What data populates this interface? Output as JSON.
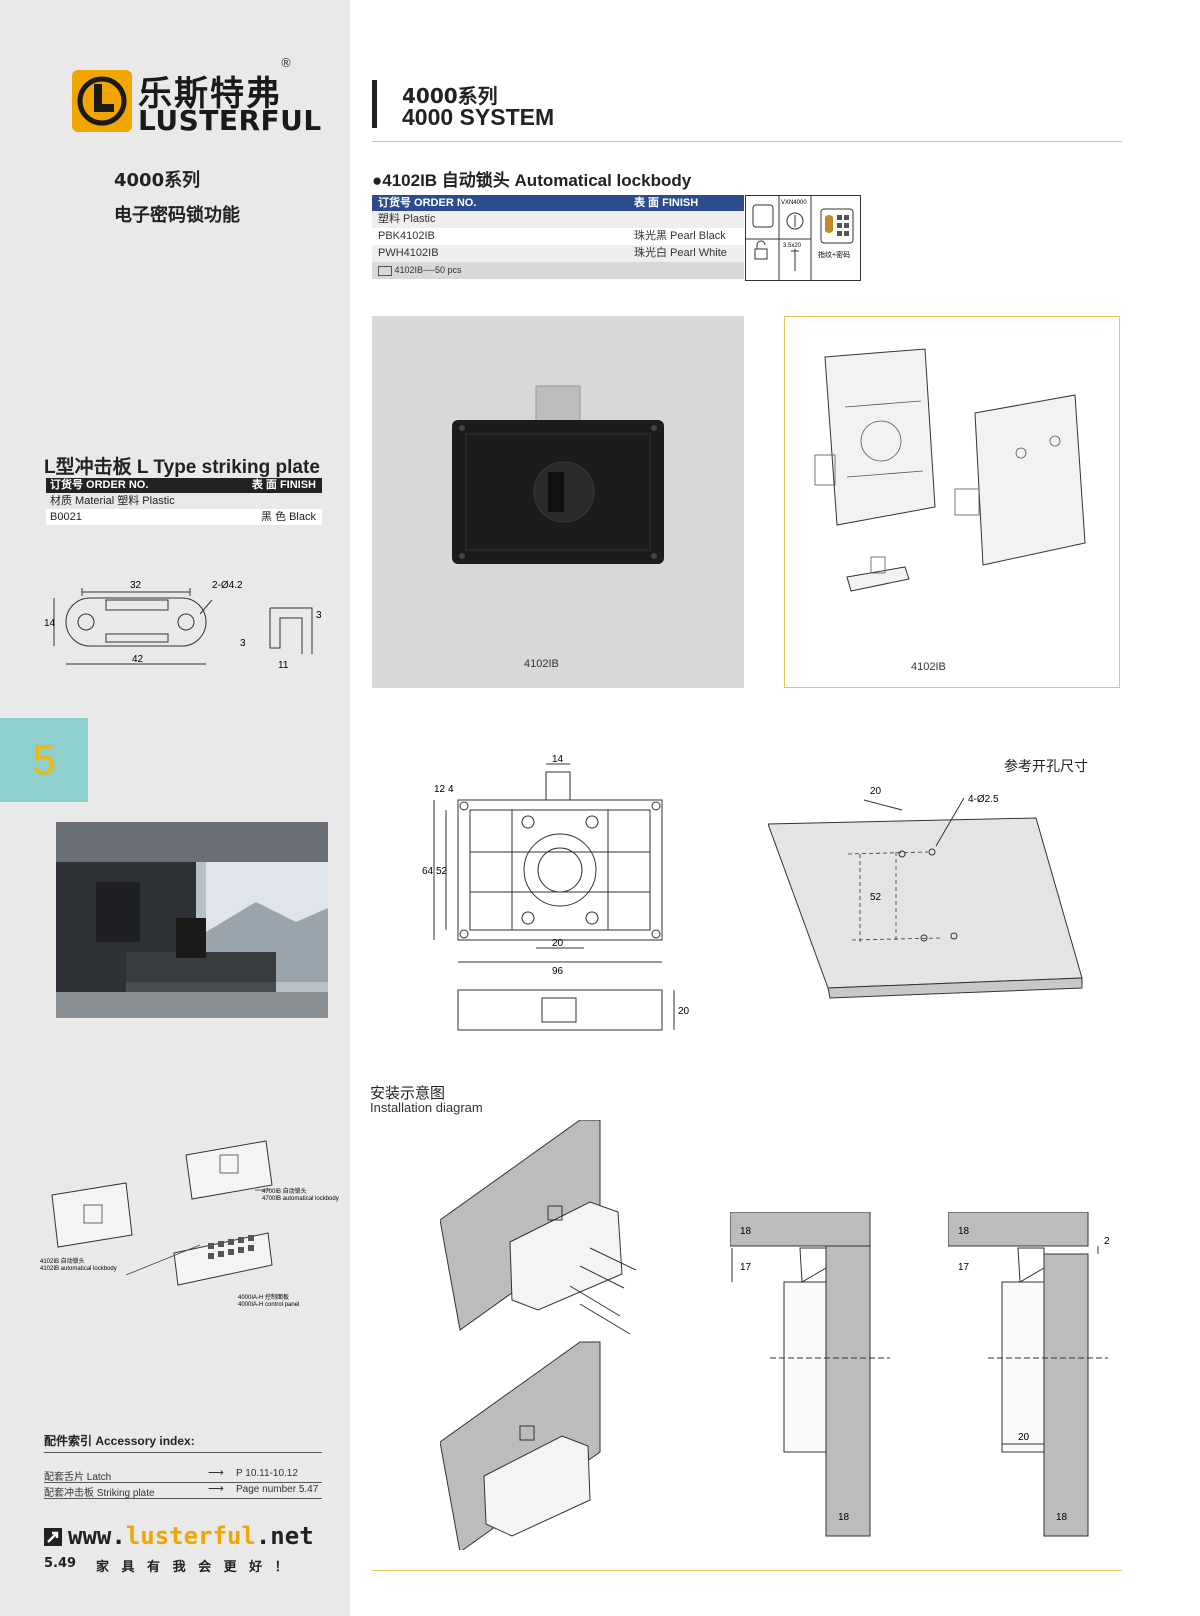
{
  "brand": {
    "name_cn": "乐斯特弗",
    "name_en": "LUSTERFUL",
    "reg_mark": "®"
  },
  "sidebar": {
    "series": "4000系列",
    "feature": "电子密码锁功能",
    "striking_plate": {
      "title": "L型冲击板  L Type striking plate",
      "header_order": "订货号 ORDER NO.",
      "header_finish": "表 面 FINISH",
      "material_row": "材质 Material   塑料 Plastic",
      "rows": [
        {
          "order": "B0021",
          "finish": "黑 色 Black"
        }
      ],
      "dims": {
        "d32": "32",
        "hole": "2-Ø4.2",
        "d14": "14",
        "d42": "42",
        "d3a": "3",
        "d3b": "3",
        "d11": "11"
      }
    },
    "page_tab": "5",
    "diagram_labels": {
      "a": "4700IB 自动锁头",
      "b": "4700IB automatical lockbody",
      "c": "4102IB 自动锁头",
      "d": "4102IB automatical lockbody",
      "e": "4000IA-H 控制面板",
      "f": "4000IA-H control panel"
    },
    "accessory": {
      "title": "配件索引 Accessory index:",
      "items": [
        {
          "label": "配套舌片 Latch",
          "ref": "P 10.11-10.12"
        },
        {
          "label": "配套冲击板 Striking plate",
          "ref": "Page number 5.47"
        }
      ]
    },
    "website_pre": "www.",
    "website_brand": "lusterful",
    "website_post": ".net",
    "page_number": "5.49",
    "slogan": "家 具 有 我 会 更 好 ！"
  },
  "header": {
    "cn": "4000系列",
    "en": "4000 SYSTEM"
  },
  "product": {
    "title": "●4102IB  自动锁头  Automatical lockbody",
    "header_order": "订货号 ORDER NO.",
    "header_finish": "表 面 FINISH",
    "material": "塑料  Plastic",
    "rows": [
      {
        "order": "PBK4102IB",
        "finish": "珠光黑 Pearl Black"
      },
      {
        "order": "PWH4102IB",
        "finish": "珠光白 Pearl White"
      }
    ],
    "packing": "4102IB----50 pcs",
    "icon_labels": {
      "vxn": "VXN4000",
      "screw": "3.5x20",
      "fingerprint": "指纹+密码"
    },
    "photo_caption": "4102IB",
    "drawing_caption": "4102IB"
  },
  "tech_drawing": {
    "dims": {
      "d14": "14",
      "d12": "12",
      "d4": "4",
      "d64": "64",
      "d52": "52",
      "d20": "20",
      "d96": "96",
      "d20h": "20"
    }
  },
  "cutout": {
    "title": "参考开孔尺寸",
    "dims": {
      "d20": "20",
      "holes": "4-Ø2.5",
      "d52": "52"
    }
  },
  "installation": {
    "title_cn": "安装示意图",
    "title_en": "Installation diagram",
    "dims_a": {
      "d18": "18",
      "d17": "17",
      "d18b": "18"
    },
    "dims_b": {
      "d18": "18",
      "d17": "17",
      "d2": "2",
      "d20": "20",
      "d18b": "18"
    }
  },
  "colors": {
    "accent_gold": "#f0a500",
    "tab_teal": "#8fd0ce",
    "table_blue": "#2c4c8e",
    "sidebar_bg": "#e9e9e9"
  }
}
